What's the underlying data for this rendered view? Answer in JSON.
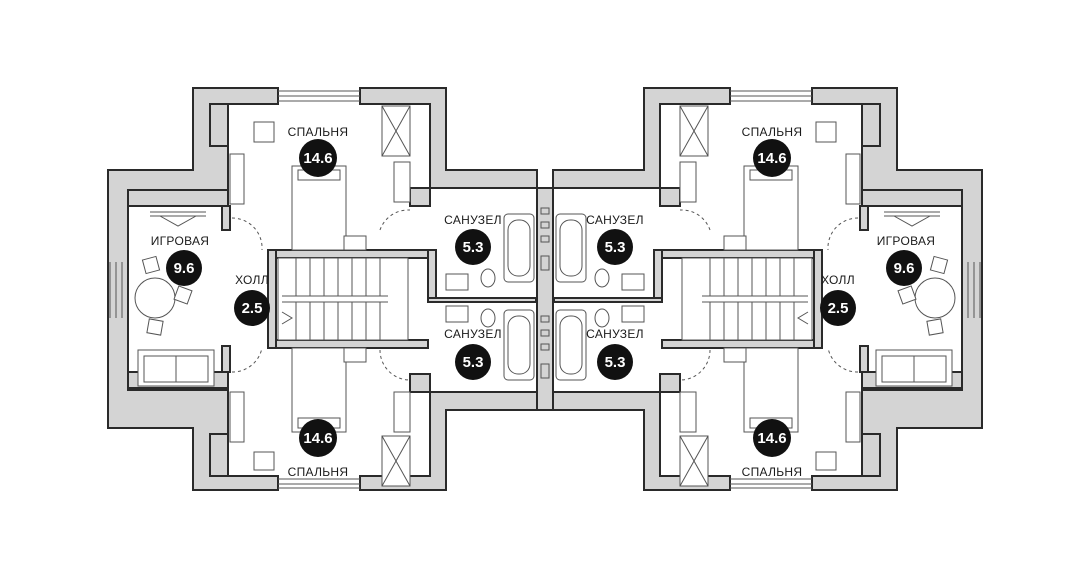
{
  "rooms": {
    "left_bedroom_top": {
      "label": "СПАЛЬНЯ",
      "area": "14.6"
    },
    "left_bedroom_bottom": {
      "label": "СПАЛЬНЯ",
      "area": "14.6"
    },
    "left_playroom": {
      "label": "ИГРОВАЯ",
      "area": "9.6"
    },
    "left_hall": {
      "label": "ХОЛЛ",
      "area": "2.5"
    },
    "left_bath_top": {
      "label": "САНУЗЕЛ",
      "area": "5.3"
    },
    "left_bath_bottom": {
      "label": "САНУЗЕЛ",
      "area": "5.3"
    },
    "right_bedroom_top": {
      "label": "СПАЛЬНЯ",
      "area": "14.6"
    },
    "right_bedroom_bottom": {
      "label": "СПАЛЬНЯ",
      "area": "14.6"
    },
    "right_playroom": {
      "label": "ИГРОВАЯ",
      "area": "9.6"
    },
    "right_hall": {
      "label": "ХОЛЛ",
      "area": "2.5"
    },
    "right_bath_top": {
      "label": "САНУЗЕЛ",
      "area": "5.3"
    },
    "right_bath_bottom": {
      "label": "САНУЗЕЛ",
      "area": "5.3"
    }
  },
  "colors": {
    "wall_fill": "#d4d4d4",
    "wall_stroke": "#2a2a2a",
    "badge": "#111111",
    "badge_text": "#ffffff"
  }
}
